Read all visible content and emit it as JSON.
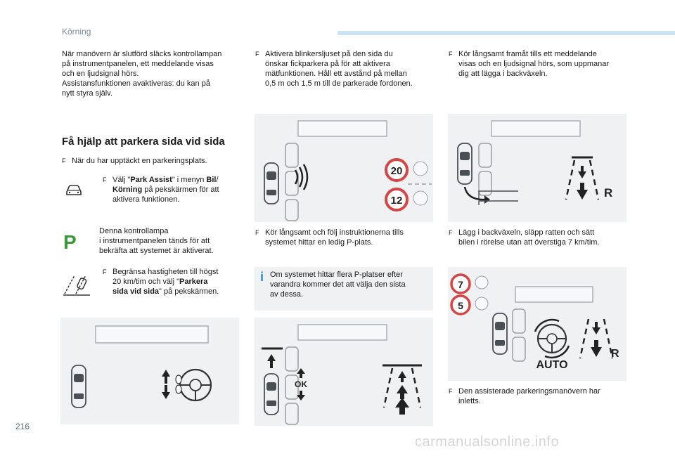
{
  "header": {
    "section": "Körning"
  },
  "page_number": "216",
  "watermark": "carmanualsonline.info",
  "col1": {
    "intro": [
      "När manövern är slutförd släcks kontrollampan",
      "på instrumentpanelen, ett meddelande visas",
      "och en ljudsignal hörs.",
      "Assistansfunktionen avaktiveras: du kan på",
      "nytt styra själv."
    ],
    "heading": "Få hjälp att parkera sida vid sida",
    "bullet_found": "När du har upptäckt en parkeringsplats.",
    "step_menu": {
      "pre": "Välj \"",
      "bold1": "Park Assist",
      "mid1": "\" i menyn ",
      "bold2": "Bil",
      "slash": "/",
      "bold3": "Körning",
      "post": " på pekskärmen för att",
      "line3": "aktivera funktionen."
    },
    "lamp_text": [
      "Denna kontrollampa",
      "i instrumentpanelen tänds för att",
      "bekräfta att systemet är aktiverat."
    ],
    "lamp_letter": "P",
    "step_speed": {
      "line1": "Begränsa hastigheten till högst",
      "line2_pre": "20 km/tim och välj \"",
      "line2_bold": "Parkera",
      "line3_bold": "sida vid sida",
      "line3_post": "\" på pekskärmen."
    }
  },
  "col2": {
    "bullet_indicator": [
      "Aktivera blinkersljuset på den sida du",
      "önskar fickparkera på för att aktivera",
      "mätfunktionen. Håll ett avstånd på mellan",
      "0,5 m och 1,5 m till de parkerade fordonen."
    ],
    "speed_top": "20",
    "speed_bottom": "12",
    "bullet_drive": [
      "Kör långsamt och följ instruktionerna tills",
      "systemet hittar en ledig P-plats."
    ],
    "note": [
      "Om systemet hittar flera P-platser efter",
      "varandra kommer det att välja den sista",
      "av dessa."
    ],
    "ok_label": "OK"
  },
  "col3": {
    "bullet_forward": [
      "Kör långsamt framåt tills ett meddelande",
      "visas och en ljudsignal hörs, som uppmanar",
      "dig att lägga i backväxeln."
    ],
    "reverse_label": "R",
    "bullet_reverse": [
      "Lägg i backväxeln, släpp ratten och sätt",
      "bilen i rörelse utan att överstiga 7 km/tim."
    ],
    "speed_top": "7",
    "speed_bottom": "5",
    "auto_label": "AUTO",
    "reverse_label2": "R",
    "bullet_started": [
      "Den assisterade parkeringsmanövern har",
      "inletts."
    ]
  },
  "colors": {
    "accent_blue": "#2f8bcc",
    "panel_bg": "#eff1f3",
    "sign_red": "#d64545",
    "lamp_green": "#3a9a3a"
  }
}
